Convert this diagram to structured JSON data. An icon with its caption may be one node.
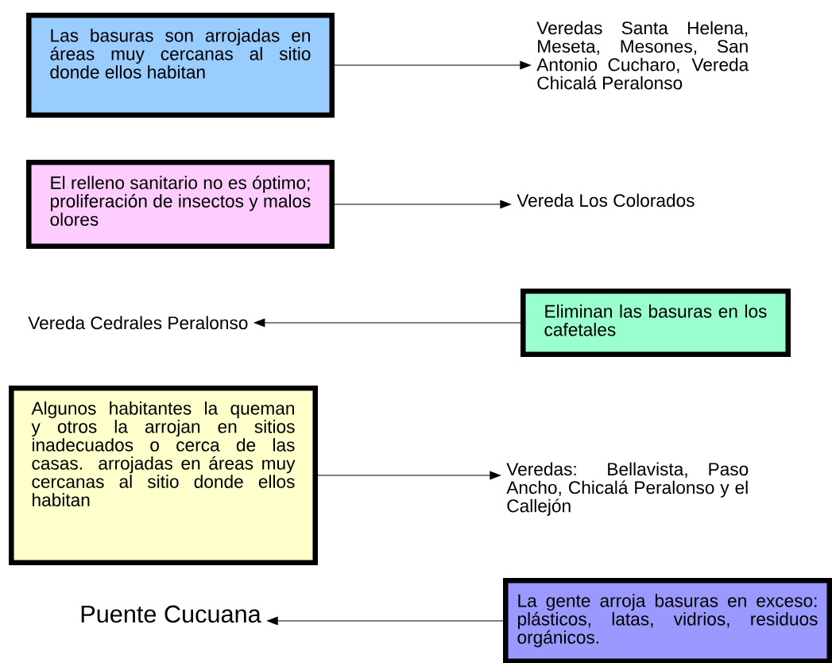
{
  "diagram": {
    "nodes": [
      {
        "text": [
          "Las basuras son arrojadas en áreas muy cercanas al sitio donde ellos habitan"
        ]
      },
      {
        "text": [
          "Veredas Santa Helena, Meseta, Mesones, San Antonio Cucharo, Vereda Chicalá Peralonso"
        ]
      },
      {
        "text": [
          "El relleno sanitario no es óptimo; proliferación de insectos y malos olores"
        ]
      },
      {
        "text": [
          "Vereda Los Colorados"
        ]
      },
      {
        "text": [
          "Vereda Cedrales Peralonso"
        ]
      },
      {
        "text": [
          "Eliminan las basuras en los cafetales"
        ]
      },
      {
        "text": [
          "Algunos habitantes la queman y otros la arrojan en sitios inadecuados o cerca de las casas. arrojadas en áreas muy cercanas al sitio donde ellos habitan"
        ]
      },
      {
        "text": [
          "Veredas: Bellavista, Paso Ancho, Chicalá Peralonso y el Callejón"
        ]
      },
      {
        "text": [
          "Puente Cucuana"
        ]
      },
      {
        "text": [
          "La gente arroja basuras en exceso: plásticos, latas, vidrios, residuos orgánicos."
        ]
      }
    ],
    "edges": [
      {
        "from": 0,
        "to": 1,
        "arrow": "to"
      },
      {
        "from": 2,
        "to": 3,
        "arrow": "to"
      },
      {
        "from": 5,
        "to": 4,
        "arrow": "to"
      },
      {
        "from": 6,
        "to": 7,
        "arrow": "to"
      },
      {
        "from": 9,
        "to": 8,
        "arrow": "to"
      }
    ]
  }
}
